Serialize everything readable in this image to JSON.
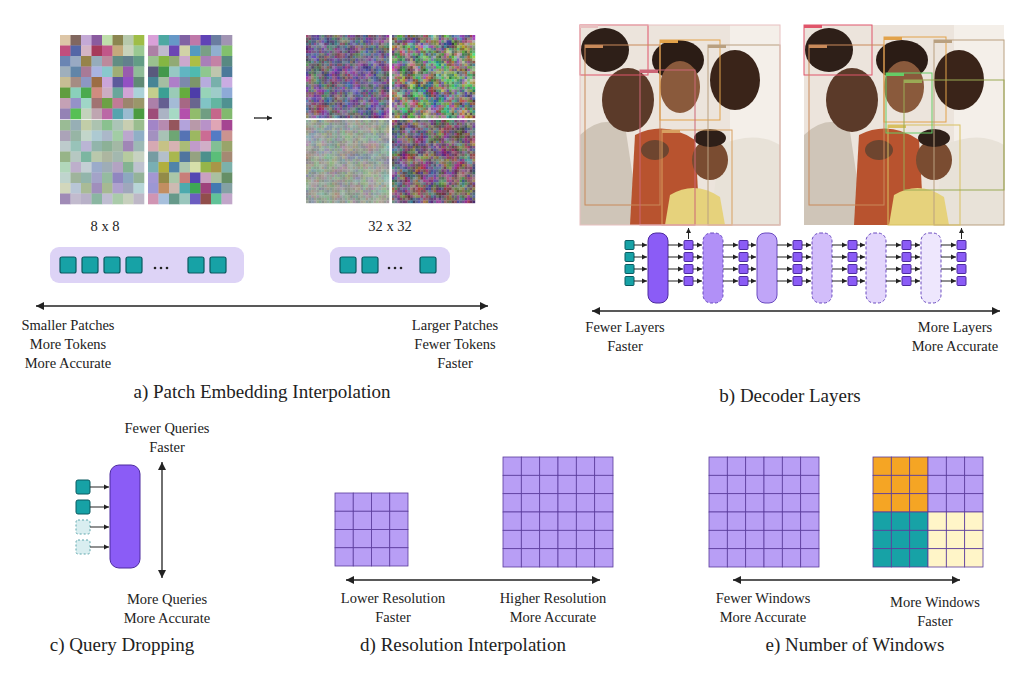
{
  "diagram": {
    "labels": [
      "8 x 8",
      "32 x 32",
      "Smaller Patches More Tokens More Accurate",
      "Larger Patches Fewer Tokens Faster",
      "a) Patch Embedding Interpolation",
      "Fewer Layers Faster",
      "More Layers More Accurate",
      "b) Decoder Layers",
      "Fewer Queries Faster",
      "More Queries More Accurate",
      "c) Query Dropping",
      "Lower Resolution Faster",
      "Higher Resolution More Accurate",
      "d) Resolution Interpolation",
      "Fewer Windows More Accurate",
      "More Windows Faster",
      "e) Number of Windows"
    ]
  }
}
